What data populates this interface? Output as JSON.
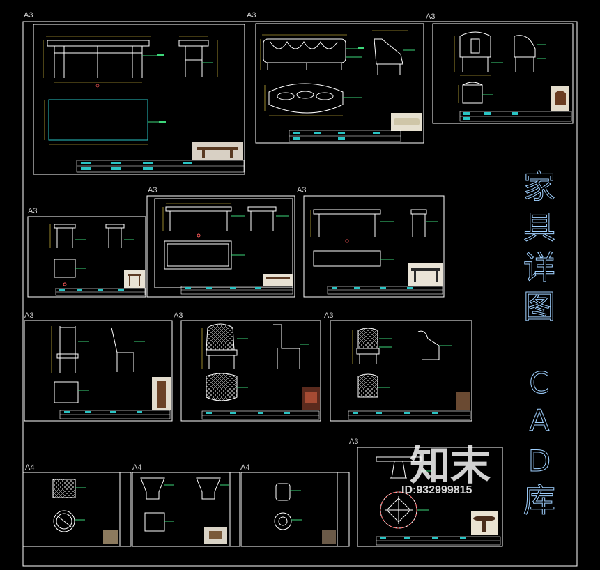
{
  "drawing": {
    "background": "#000000",
    "frame_color": "#ffffff",
    "sheet_colors": {
      "frame": "#ffffff",
      "furniture": "#ffffff",
      "dimension": "#ffe14a",
      "annotation": "#3dd67a",
      "table": "#29c4c4",
      "label": "#ff5a5a"
    },
    "title_vertical": [
      "家",
      "具",
      "详",
      "图",
      "C",
      "A",
      "D",
      "库"
    ],
    "sheet_size_labels": {
      "row1": [
        "A3",
        "A3",
        "A3"
      ],
      "row2": [
        "A3",
        "A3",
        "A3"
      ],
      "row3": [
        "A3",
        "A3",
        "A3"
      ],
      "row4": [
        "A4",
        "A4",
        "A4",
        "A3"
      ]
    },
    "sheets": [
      {
        "label": "A3",
        "content": "long-table"
      },
      {
        "label": "A3",
        "content": "sofa"
      },
      {
        "label": "A3",
        "content": "round-back-chair"
      },
      {
        "label": "A3",
        "content": "side-table"
      },
      {
        "label": "A3",
        "content": "console-table"
      },
      {
        "label": "A3",
        "content": "desk"
      },
      {
        "label": "A3",
        "content": "tall-chair"
      },
      {
        "label": "A3",
        "content": "wing-chair"
      },
      {
        "label": "A3",
        "content": "armchair"
      },
      {
        "label": "A4",
        "content": "round-stool"
      },
      {
        "label": "A4",
        "content": "drum-stool"
      },
      {
        "label": "A4",
        "content": "small-stool"
      },
      {
        "label": "A3",
        "content": "round-table"
      }
    ]
  },
  "watermark": {
    "brand": "知末",
    "id_text": "ID:932999815"
  }
}
